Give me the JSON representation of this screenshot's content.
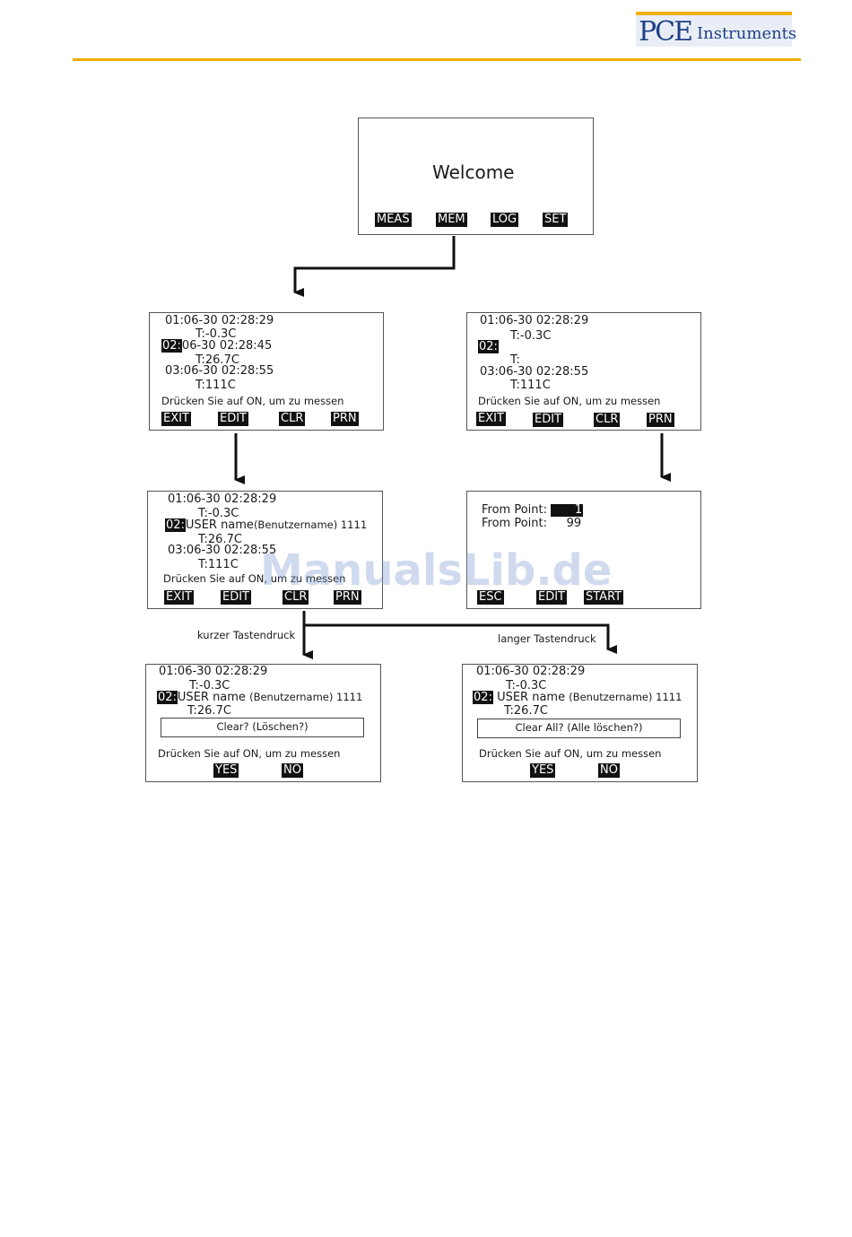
{
  "logo": {
    "pce": "PCE",
    "instruments": "Instruments"
  },
  "watermark": "ManualsLib.de",
  "welcome_screen": {
    "title": "Welcome",
    "keys": [
      "MEAS",
      "MEM",
      "LOG",
      "SET"
    ]
  },
  "memory_screen": {
    "line1": "01:06-30 02:28:29",
    "line2": "T:-0.3C",
    "line3_id": "02:",
    "line3": "06-30 02:28:45",
    "line4": "T:26.7C",
    "line5": "03:06-30 02:28:55",
    "line6": "T:111C",
    "hint": "Drücken Sie auf ON, um zu messen",
    "keys": [
      "EXIT",
      "EDIT",
      "CLR",
      "PRN"
    ]
  },
  "print_screen": {
    "line1": "01:06-30 02:28:29",
    "line2": "T:-0.3C",
    "line3_id": "02:",
    "line4": "T:",
    "line5": "03:06-30 02:28:55",
    "line6": "T:111C",
    "hint": "Drücken Sie auf ON, um zu messen",
    "keys": [
      "EXIT",
      "EDIT",
      "CLR",
      "PRN"
    ]
  },
  "edit_screen": {
    "line1": "01:06-30 02:28:29",
    "line2": "T:-0.3C",
    "line3_id": "02:",
    "line3_user": "USER name",
    "line3_rest": "(Benutzername) 1111",
    "line4": "T:26.7C",
    "line5": "03:06-30 02:28:55",
    "line6": "T:111C",
    "hint": "Drücken Sie auf ON, um zu messen",
    "keys": [
      "EXIT",
      "EDIT",
      "CLR",
      "PRN"
    ]
  },
  "range_screen": {
    "from_label_1": "From Point:",
    "from_value_1": "1",
    "from_label_2": "From Point:",
    "from_value_2": "99",
    "keys": [
      "ESC",
      "EDIT",
      "START"
    ]
  },
  "captions": {
    "short": "kurzer Tastendruck",
    "long": "langer Tastendruck"
  },
  "clear_screen": {
    "line1": "01:06-30 02:28:29",
    "line2": "T:-0.3C",
    "line3_id": "02:",
    "line3_user": "USER name",
    "line3_rest": "(Benutzername) 1111",
    "line4": "T:26.7C",
    "dialog": "Clear? (Löschen?)",
    "hint": "Drücken Sie auf ON, um zu messen",
    "keys": [
      "YES",
      "NO"
    ]
  },
  "clear_all_screen": {
    "line1": "01:06-30 02:28:29",
    "line2": "T:-0.3C",
    "line3_id": "02:",
    "line3_user": "USER name",
    "line3_rest": "(Benutzername) 1111",
    "line4": "T:26.7C",
    "dialog": "Clear All? (Alle löschen?)",
    "hint": "Drücken Sie auf ON, um zu messen",
    "keys": [
      "YES",
      "NO"
    ]
  }
}
